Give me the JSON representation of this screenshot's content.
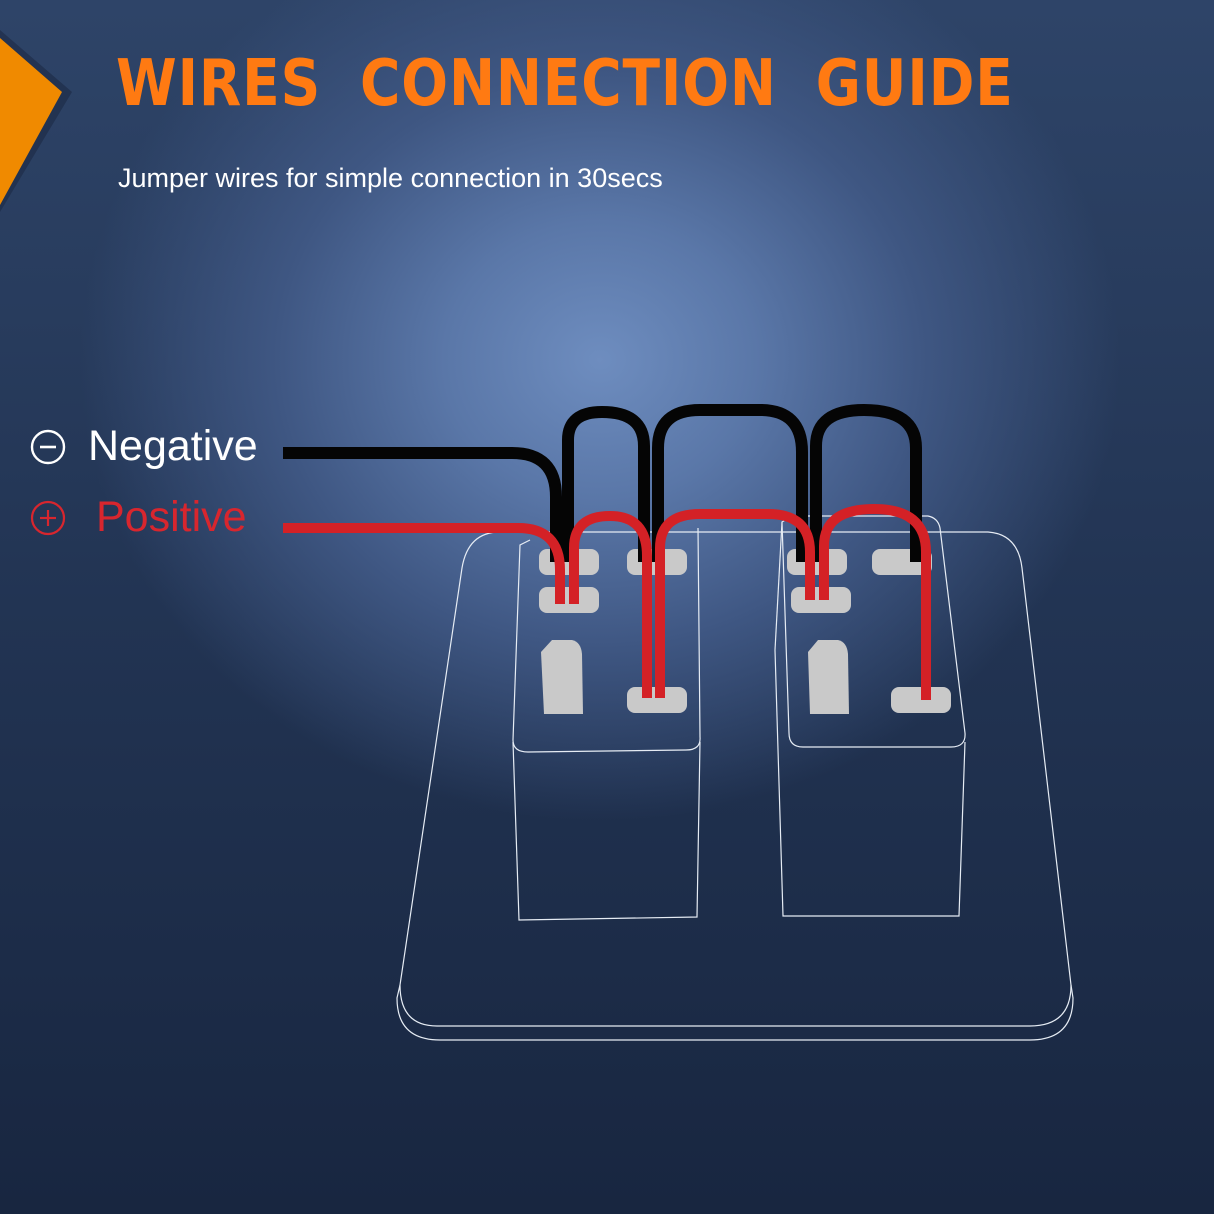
{
  "title": "WIRES  CONNECTION  GUIDE",
  "subtitle": "Jumper wires for simple connection in 30secs",
  "legend": [
    {
      "symbol": "minus-circle-icon",
      "label": "Negative",
      "color": "#ffffff",
      "wire_color": "#050505"
    },
    {
      "symbol": "plus-circle-icon",
      "label": "Positive",
      "color": "#d8262e",
      "wire_color": "#d42126"
    }
  ],
  "colors": {
    "title": "#ff7a12",
    "accent_corner": "#f08a00",
    "panel_outline": "#e6ecf4",
    "terminal": "#c9c9c9",
    "negative_wire": "#050505",
    "positive_wire": "#d42126"
  }
}
